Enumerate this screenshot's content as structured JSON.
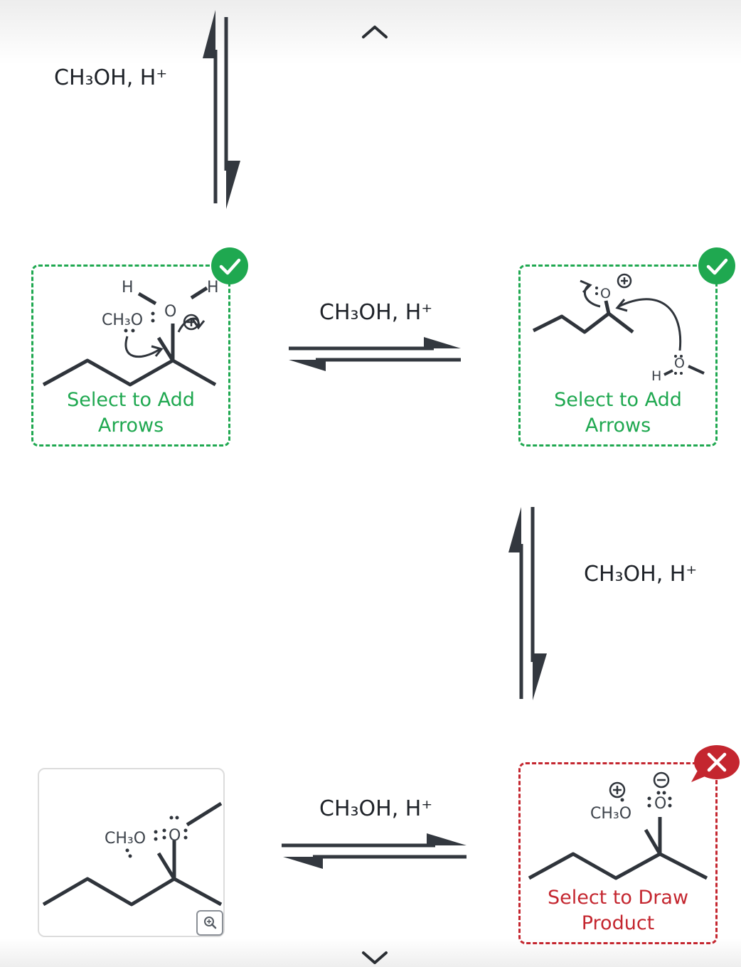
{
  "reagents": {
    "r1": "CH₃OH, H⁺",
    "r2": "CH₃OH, H⁺",
    "r3": "CH₃OH, H⁺",
    "r4": "CH₃OH, H⁺"
  },
  "cards": {
    "step1": {
      "label_line1": "Select to Add",
      "label_line2": "Arrows",
      "status": "correct"
    },
    "step2": {
      "label_line1": "Select to Add",
      "label_line2": "Arrows",
      "status": "correct"
    },
    "step3": {
      "label_line1": "Select to Draw",
      "label_line2": "Product",
      "status": "incorrect"
    }
  },
  "atoms": {
    "H": "H",
    "O": "O",
    "CH3O": "CH₃O",
    "CH3O_lp": "CH₃O",
    "plus": "+",
    "minus": "−"
  },
  "colors": {
    "correct": "#1fa850",
    "incorrect": "#c4262f",
    "bond": "#2f343b"
  },
  "icons": {
    "up": "chevron-up-icon",
    "down": "chevron-down-icon",
    "check": "check-icon",
    "cross": "close-icon",
    "zoom": "zoom-in-icon"
  }
}
